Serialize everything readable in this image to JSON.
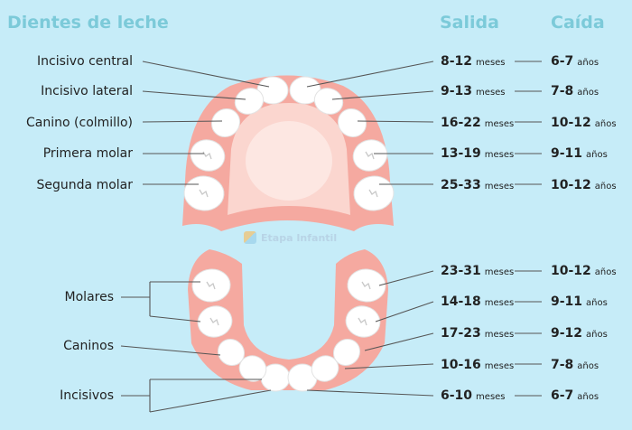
{
  "header": {
    "title": "Dientes de leche",
    "col_salida": "Salida",
    "col_caida": "Caída"
  },
  "upper": [
    {
      "name": "Incisivo central",
      "salida": "8-12",
      "salida_unit": "meses",
      "caida": "6-7",
      "caida_unit": "años"
    },
    {
      "name": "Incisivo lateral",
      "salida": "9-13",
      "salida_unit": "meses",
      "caida": "7-8",
      "caida_unit": "años"
    },
    {
      "name": "Canino (colmillo)",
      "salida": "16-22",
      "salida_unit": "meses",
      "caida": "10-12",
      "caida_unit": "años"
    },
    {
      "name": "Primera molar",
      "salida": "13-19",
      "salida_unit": "meses",
      "caida": "9-11",
      "caida_unit": "años"
    },
    {
      "name": "Segunda molar",
      "salida": "25-33",
      "salida_unit": "meses",
      "caida": "10-12",
      "caida_unit": "años"
    }
  ],
  "lower_names": [
    "Molares",
    "Caninos",
    "Incisivos"
  ],
  "lower": [
    {
      "salida": "23-31",
      "salida_unit": "meses",
      "caida": "10-12",
      "caida_unit": "años"
    },
    {
      "salida": "14-18",
      "salida_unit": "meses",
      "caida": "9-11",
      "caida_unit": "años"
    },
    {
      "salida": "17-23",
      "salida_unit": "meses",
      "caida": "9-12",
      "caida_unit": "años"
    },
    {
      "salida": "10-16",
      "salida_unit": "meses",
      "caida": "7-8",
      "caida_unit": "años"
    },
    {
      "salida": "6-10",
      "salida_unit": "meses",
      "caida": "6-7",
      "caida_unit": "años"
    }
  ],
  "watermark": "Etapa Infantil",
  "colors": {
    "background": "#c6ecf8",
    "heading": "#7ccad9",
    "gum": "#f5a9a0",
    "palate": "#fbd6cf",
    "tooth": "#ffffff",
    "line": "#555555"
  }
}
